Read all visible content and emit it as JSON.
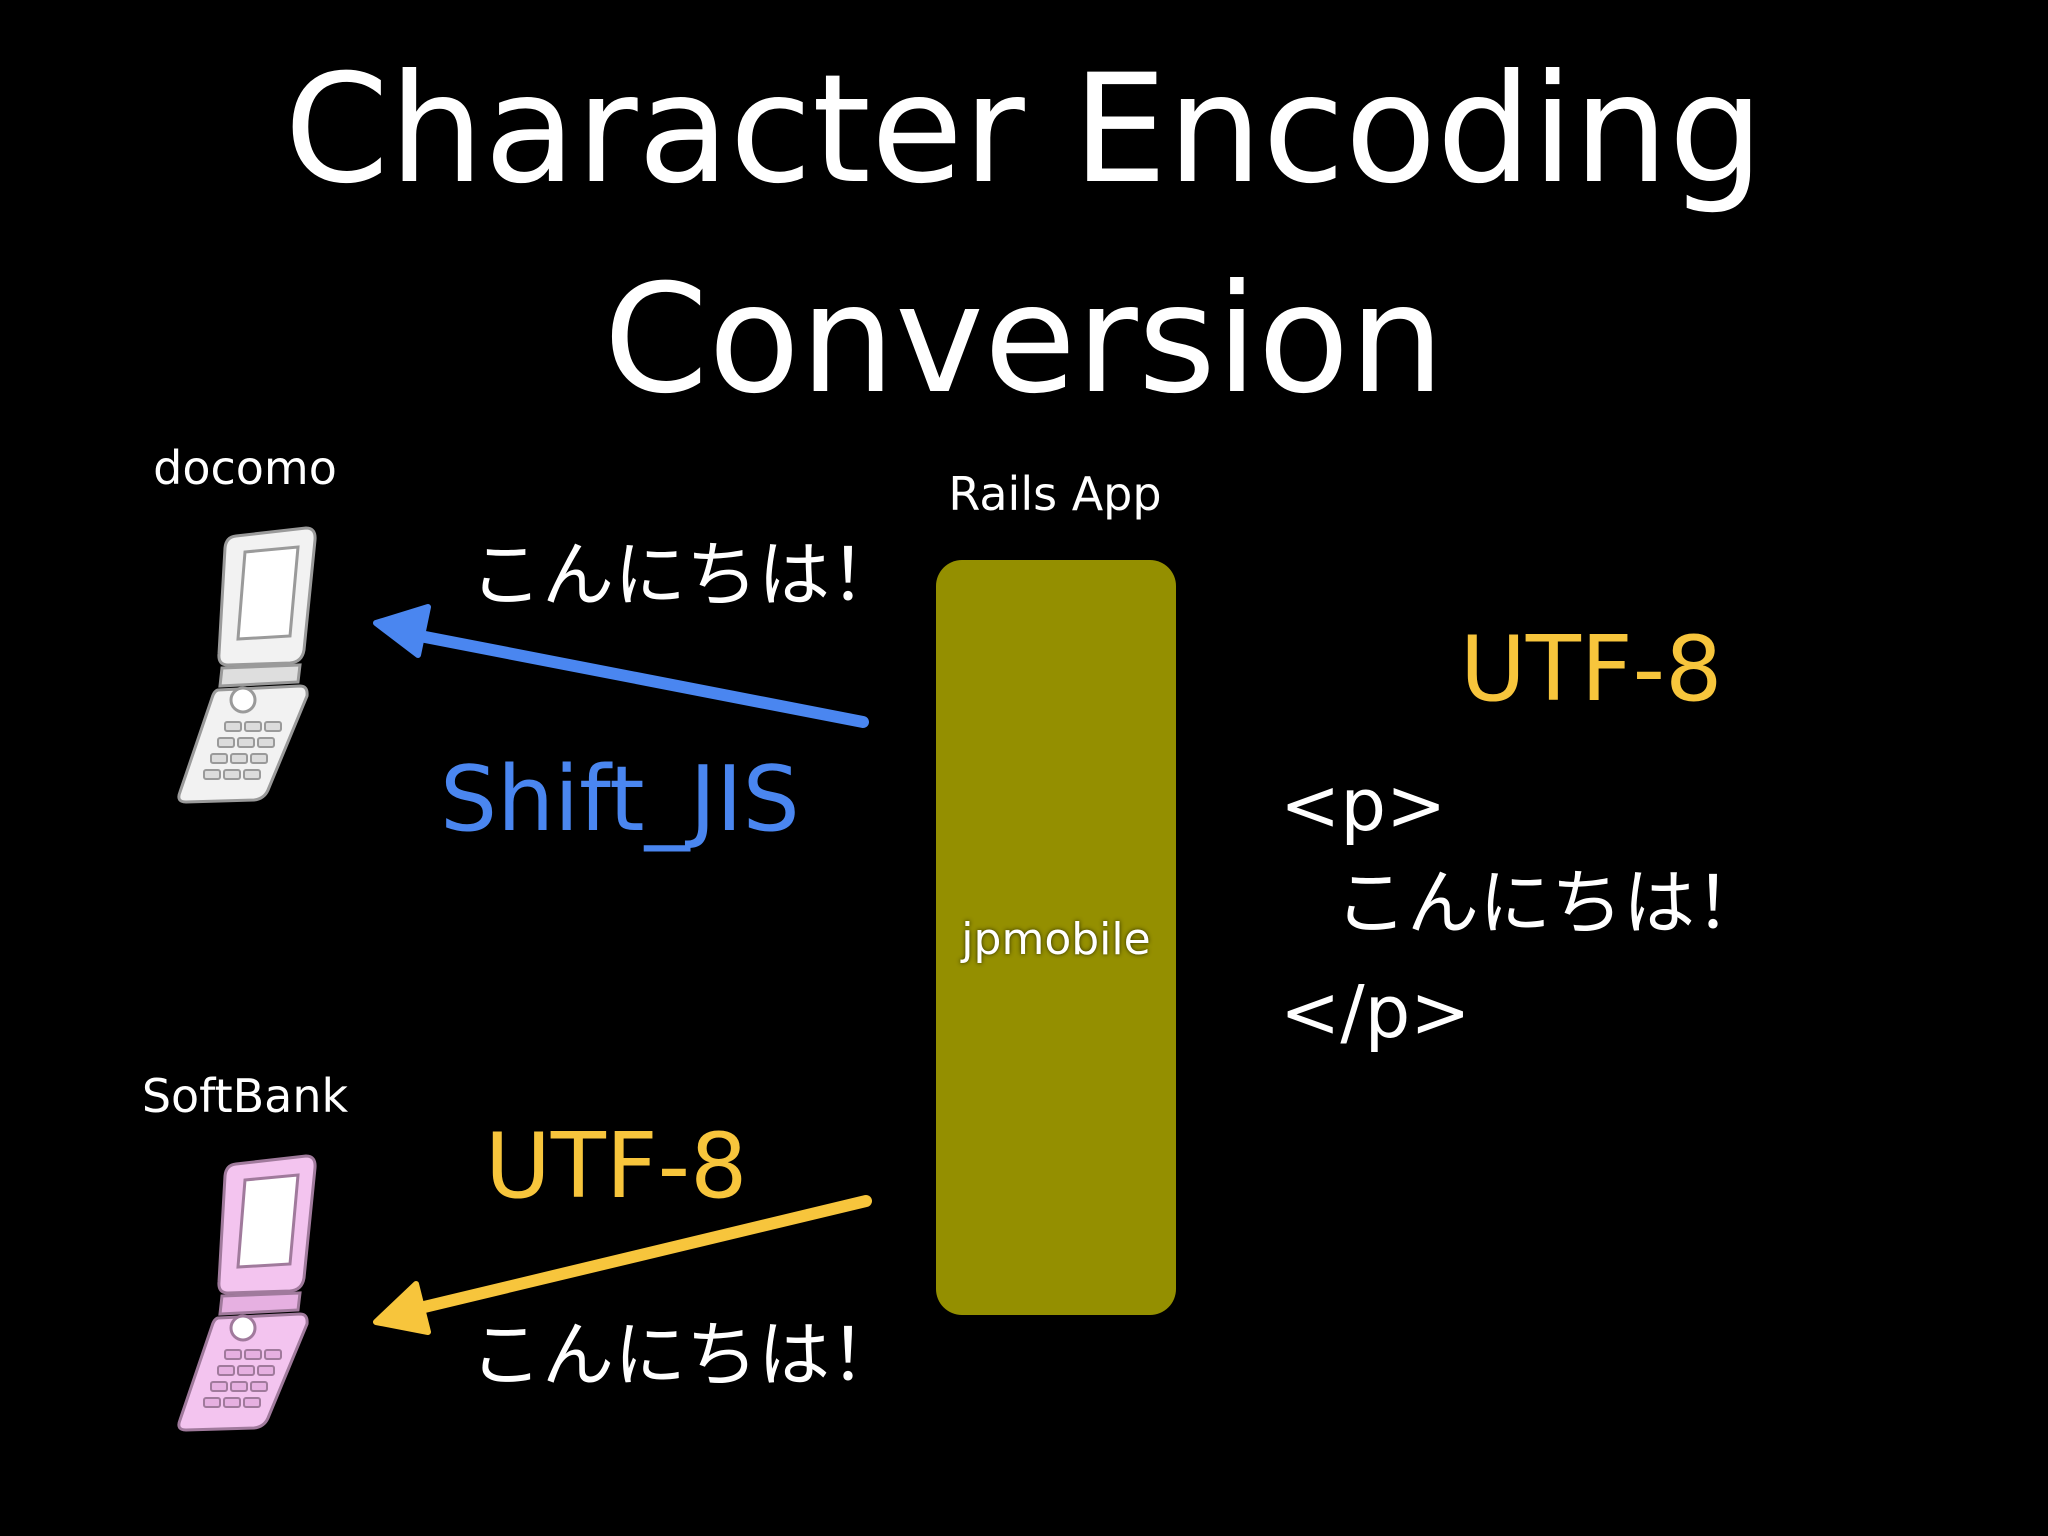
{
  "title": {
    "line1": "Character Encoding",
    "line2": "Conversion"
  },
  "devices": {
    "docomo": {
      "label": "docomo",
      "color": "#f2f2f2"
    },
    "softbank": {
      "label": "SoftBank",
      "color": "#f3c4ef"
    }
  },
  "app": {
    "label": "Rails App",
    "component": "jpmobile",
    "color": "#948f00"
  },
  "flows": {
    "docomo": {
      "message": "こんにちは！",
      "encoding": "Shift_JIS",
      "color": "#4a86f0"
    },
    "softbank": {
      "message": "こんにちは！",
      "encoding": "UTF-8",
      "color": "#f7c53c"
    }
  },
  "source": {
    "encoding": "UTF-8",
    "code_open": "<p>",
    "code_text": "こんにちは！",
    "code_close": "</p>"
  }
}
